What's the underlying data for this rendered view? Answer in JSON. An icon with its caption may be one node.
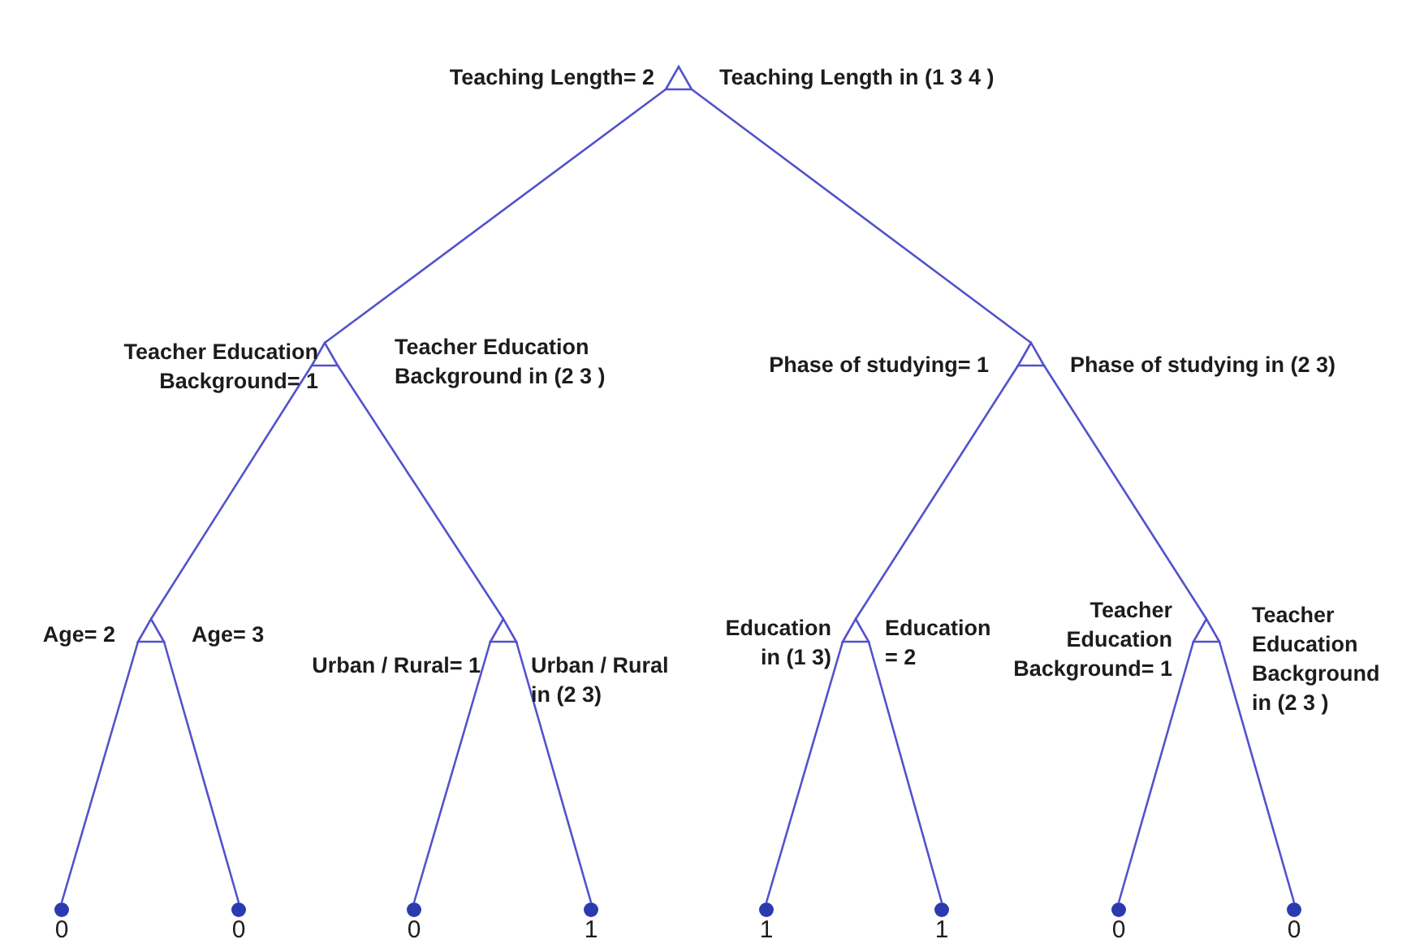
{
  "diagram": {
    "nodes": [
      {
        "text": [],
        "shape": "triangle",
        "beside": [
          "Teaching Length= 2",
          "Teaching Length in (1 3 4 )"
        ]
      },
      {
        "text": [],
        "shape": "triangle",
        "beside": [
          "Teacher Education Background= 1",
          "Teacher Education Background in (2 3 )"
        ]
      },
      {
        "text": [],
        "shape": "triangle",
        "beside": [
          "Phase of studying= 1",
          "Phase of studying in (2 3)"
        ]
      },
      {
        "text": [],
        "shape": "triangle",
        "beside": [
          "Age= 2",
          "Age= 3"
        ]
      },
      {
        "text": [],
        "shape": "triangle",
        "beside": [
          "Urban / Rural= 1",
          "Urban / Rural in (2 3)"
        ]
      },
      {
        "text": [],
        "shape": "triangle",
        "beside": [
          "Education in (1 3)",
          "Education = 2"
        ]
      },
      {
        "text": [],
        "shape": "triangle",
        "beside": [
          "Teacher Education Background= 1",
          "Teacher Education Background in (2 3 )"
        ]
      },
      {
        "text": [],
        "shape": "circle",
        "beside": [
          "0"
        ]
      },
      {
        "text": [],
        "shape": "circle",
        "beside": [
          "0"
        ]
      },
      {
        "text": [],
        "shape": "circle",
        "beside": [
          "0"
        ]
      },
      {
        "text": [],
        "shape": "circle",
        "beside": [
          "1"
        ]
      },
      {
        "text": [],
        "shape": "circle",
        "beside": [
          "1"
        ]
      },
      {
        "text": [],
        "shape": "circle",
        "beside": [
          "1"
        ]
      },
      {
        "text": [],
        "shape": "circle",
        "beside": [
          "0"
        ]
      },
      {
        "text": [],
        "shape": "circle",
        "beside": [
          "0"
        ]
      }
    ],
    "edges": [
      {
        "from": 0,
        "to": 1,
        "arrow": "none"
      },
      {
        "from": 0,
        "to": 2,
        "arrow": "none"
      },
      {
        "from": 1,
        "to": 3,
        "arrow": "none"
      },
      {
        "from": 1,
        "to": 4,
        "arrow": "none"
      },
      {
        "from": 2,
        "to": 5,
        "arrow": "none"
      },
      {
        "from": 2,
        "to": 6,
        "arrow": "none"
      },
      {
        "from": 3,
        "to": 7,
        "arrow": "none"
      },
      {
        "from": 3,
        "to": 8,
        "arrow": "none"
      },
      {
        "from": 4,
        "to": 9,
        "arrow": "none"
      },
      {
        "from": 4,
        "to": 10,
        "arrow": "none"
      },
      {
        "from": 5,
        "to": 11,
        "arrow": "none"
      },
      {
        "from": 5,
        "to": 12,
        "arrow": "none"
      },
      {
        "from": 6,
        "to": 13,
        "arrow": "none"
      },
      {
        "from": 6,
        "to": 14,
        "arrow": "none"
      }
    ]
  }
}
